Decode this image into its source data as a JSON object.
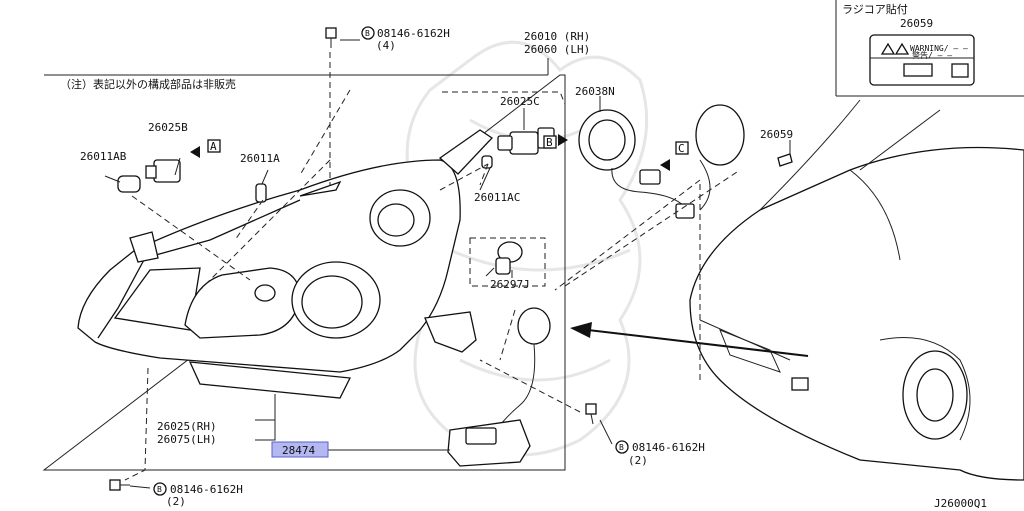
{
  "note": "（注）表記以外の構成部品は非販売",
  "label_box": {
    "title": "ラジコア貼付",
    "part": "26059",
    "warning": "WARNING/ ― ―",
    "warning_sub": "警告/ ― ―"
  },
  "labels": {
    "bolt_top": "08146-6162H",
    "bolt_top_qty": "(4)",
    "headlamp_rh": "26010 (RH)",
    "headlamp_lh": "26060 (LH)",
    "p26025C": "26025C",
    "p26038N": "26038N",
    "p26025B": "26025B",
    "p26011AB": "26011AB",
    "p26011A": "26011A",
    "p26011AC": "26011AC",
    "p26297J": "26297J",
    "p26059": "26059",
    "housing_rh": "26025(RH)",
    "housing_lh": "26075(LH)",
    "p28474": "28474",
    "bolt_right": "08146-6162H",
    "bolt_right_qty": "(2)",
    "bolt_bottom": "08146-6162H",
    "bolt_bottom_qty": "(2)",
    "ref_a": "A",
    "ref_b": "B",
    "ref_c": "C",
    "circle_b": "B",
    "diagram_id": "J26000Q1"
  },
  "colors": {
    "highlight": "#b4b8f0",
    "highlight_border": "#5b61c8"
  }
}
